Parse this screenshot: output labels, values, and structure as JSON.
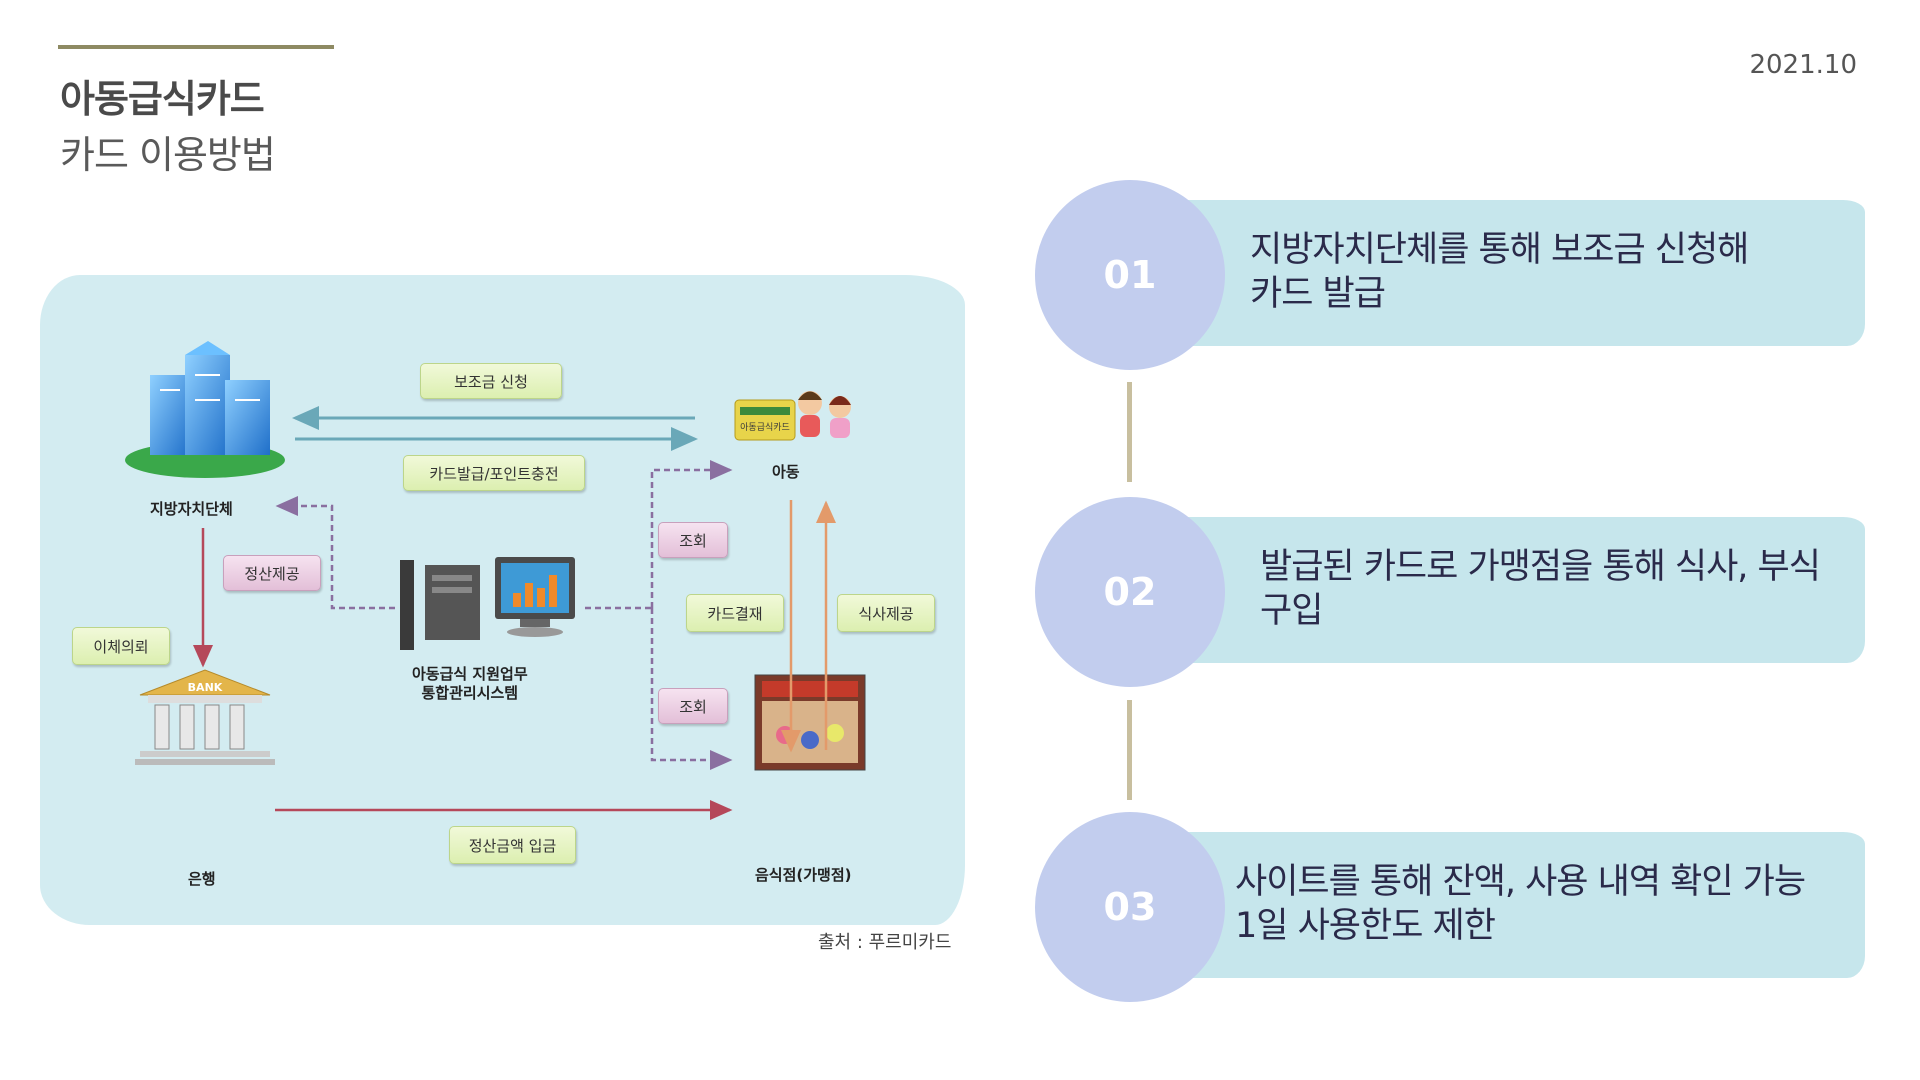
{
  "header": {
    "title": "아동급식카드",
    "subtitle": "카드 이용방법",
    "date": "2021.10"
  },
  "diagram": {
    "nodes": {
      "government": "지방자치단체",
      "child": "아동",
      "system_line1": "아동급식 지원업무",
      "system_line2": "통합관리시스템",
      "bank": "은행",
      "bank_sign": "BANK",
      "restaurant": "음식점(가맹점)",
      "card_text": "아동급식카드"
    },
    "labels": {
      "subsidy_request": "보조금 신청",
      "card_issue": "카드발급/포인트충전",
      "settlement": "정산제공",
      "transfer_request": "이체의뢰",
      "inquiry_top": "조회",
      "card_payment": "카드결재",
      "meal_service": "식사제공",
      "inquiry_bottom": "조회",
      "deposit": "정산금액 입금"
    },
    "source": "출처 : 푸르미카드",
    "colors": {
      "blob": "#d3ecf1",
      "teal_arrow": "#6aa8b8",
      "red_arrow": "#b5485a",
      "orange_arrow": "#e39a6a",
      "purple_dashed": "#8a6fa0"
    }
  },
  "steps": [
    {
      "number": "01",
      "line1": "지방자치단체를 통해 보조금 신청해",
      "line2": "카드 발급"
    },
    {
      "number": "02",
      "line1": "발급된 카드로 가맹점을 통해 식사, 부식",
      "line2": "구입"
    },
    {
      "number": "03",
      "line1": "사이트를 통해 잔액, 사용 내역 확인 가능",
      "line2": "1일 사용한도 제한"
    }
  ],
  "step_colors": {
    "circle": "#c2cdee",
    "band": "#c6e6ec",
    "connector": "#c8bf9f"
  }
}
